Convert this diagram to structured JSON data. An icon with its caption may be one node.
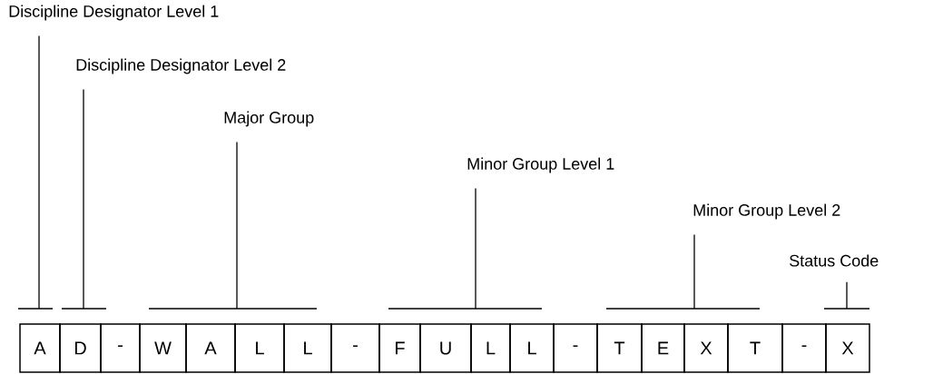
{
  "diagram": {
    "nodes": [
      {
        "text": [
          "Discipline Designator Level 1"
        ]
      },
      {
        "text": [
          "Discipline Designator Level 2"
        ]
      },
      {
        "text": [
          "Major Group"
        ]
      },
      {
        "text": [
          "Minor Group Level 1"
        ]
      },
      {
        "text": [
          "Minor Group Level 2"
        ]
      },
      {
        "text": [
          "Status Code"
        ]
      },
      {
        "text": [],
        "shape": "bar"
      },
      {
        "text": [],
        "shape": "bar"
      },
      {
        "text": [],
        "shape": "bar"
      },
      {
        "text": [],
        "shape": "bar"
      },
      {
        "text": [],
        "shape": "bar"
      },
      {
        "text": [],
        "shape": "bar"
      },
      {
        "text": [
          "A"
        ]
      },
      {
        "text": [
          "D"
        ]
      },
      {
        "text": [
          "-"
        ]
      },
      {
        "text": [
          "W"
        ]
      },
      {
        "text": [
          "A"
        ]
      },
      {
        "text": [
          "L"
        ]
      },
      {
        "text": [
          "L"
        ]
      },
      {
        "text": [
          "-"
        ]
      },
      {
        "text": [
          "F"
        ]
      },
      {
        "text": [
          "U"
        ]
      },
      {
        "text": [
          "L"
        ]
      },
      {
        "text": [
          "L"
        ]
      },
      {
        "text": [
          "-"
        ]
      },
      {
        "text": [
          "T"
        ]
      },
      {
        "text": [
          "E"
        ]
      },
      {
        "text": [
          "X"
        ]
      },
      {
        "text": [
          "T"
        ]
      },
      {
        "text": [
          "-"
        ]
      },
      {
        "text": [
          "X"
        ]
      }
    ],
    "edges": [
      {
        "from": 0,
        "to": 6,
        "arrow": "none"
      },
      {
        "from": 1,
        "to": 7,
        "arrow": "none"
      },
      {
        "from": 2,
        "to": 8,
        "arrow": "none"
      },
      {
        "from": 3,
        "to": 9,
        "arrow": "none"
      },
      {
        "from": 4,
        "to": 10,
        "arrow": "none"
      },
      {
        "from": 5,
        "to": 11,
        "arrow": "none"
      }
    ]
  }
}
